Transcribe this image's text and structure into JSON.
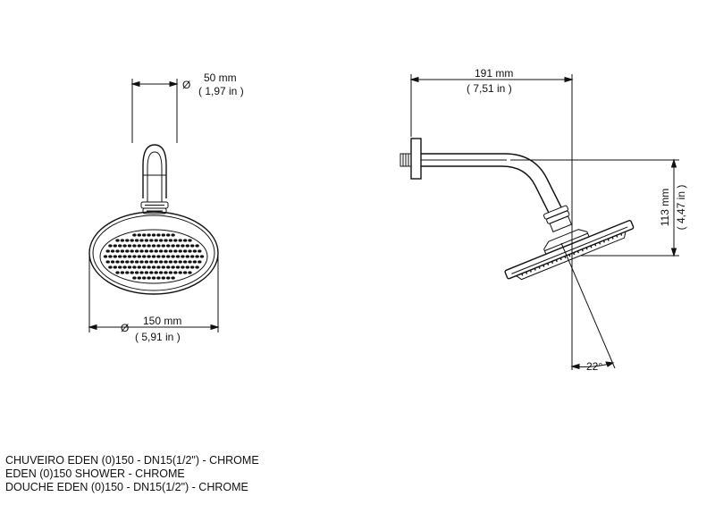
{
  "dimensions": {
    "arm_diameter": {
      "symbol": "Ø",
      "metric": "50 mm",
      "imperial": "( 1,97 in )"
    },
    "head_diameter": {
      "symbol": "Ø",
      "metric": "150 mm",
      "imperial": "( 5,91 in )"
    },
    "arm_length": {
      "metric": "191 mm",
      "imperial": "( 7,51 in )"
    },
    "drop_height": {
      "metric": "113 mm",
      "imperial": "( 4,47 in )"
    },
    "tilt_angle": "22°"
  },
  "caption": {
    "line_pt": "CHUVEIRO EDEN (0)150 - DN15(1/2\") - CHROME",
    "line_en": "EDEN (0)150 SHOWER - CHROME",
    "line_fr": "DOUCHE EDEN (0)150 - DN15(1/2\") - CHROME"
  },
  "colors": {
    "line": "#111111",
    "background": "#ffffff"
  }
}
